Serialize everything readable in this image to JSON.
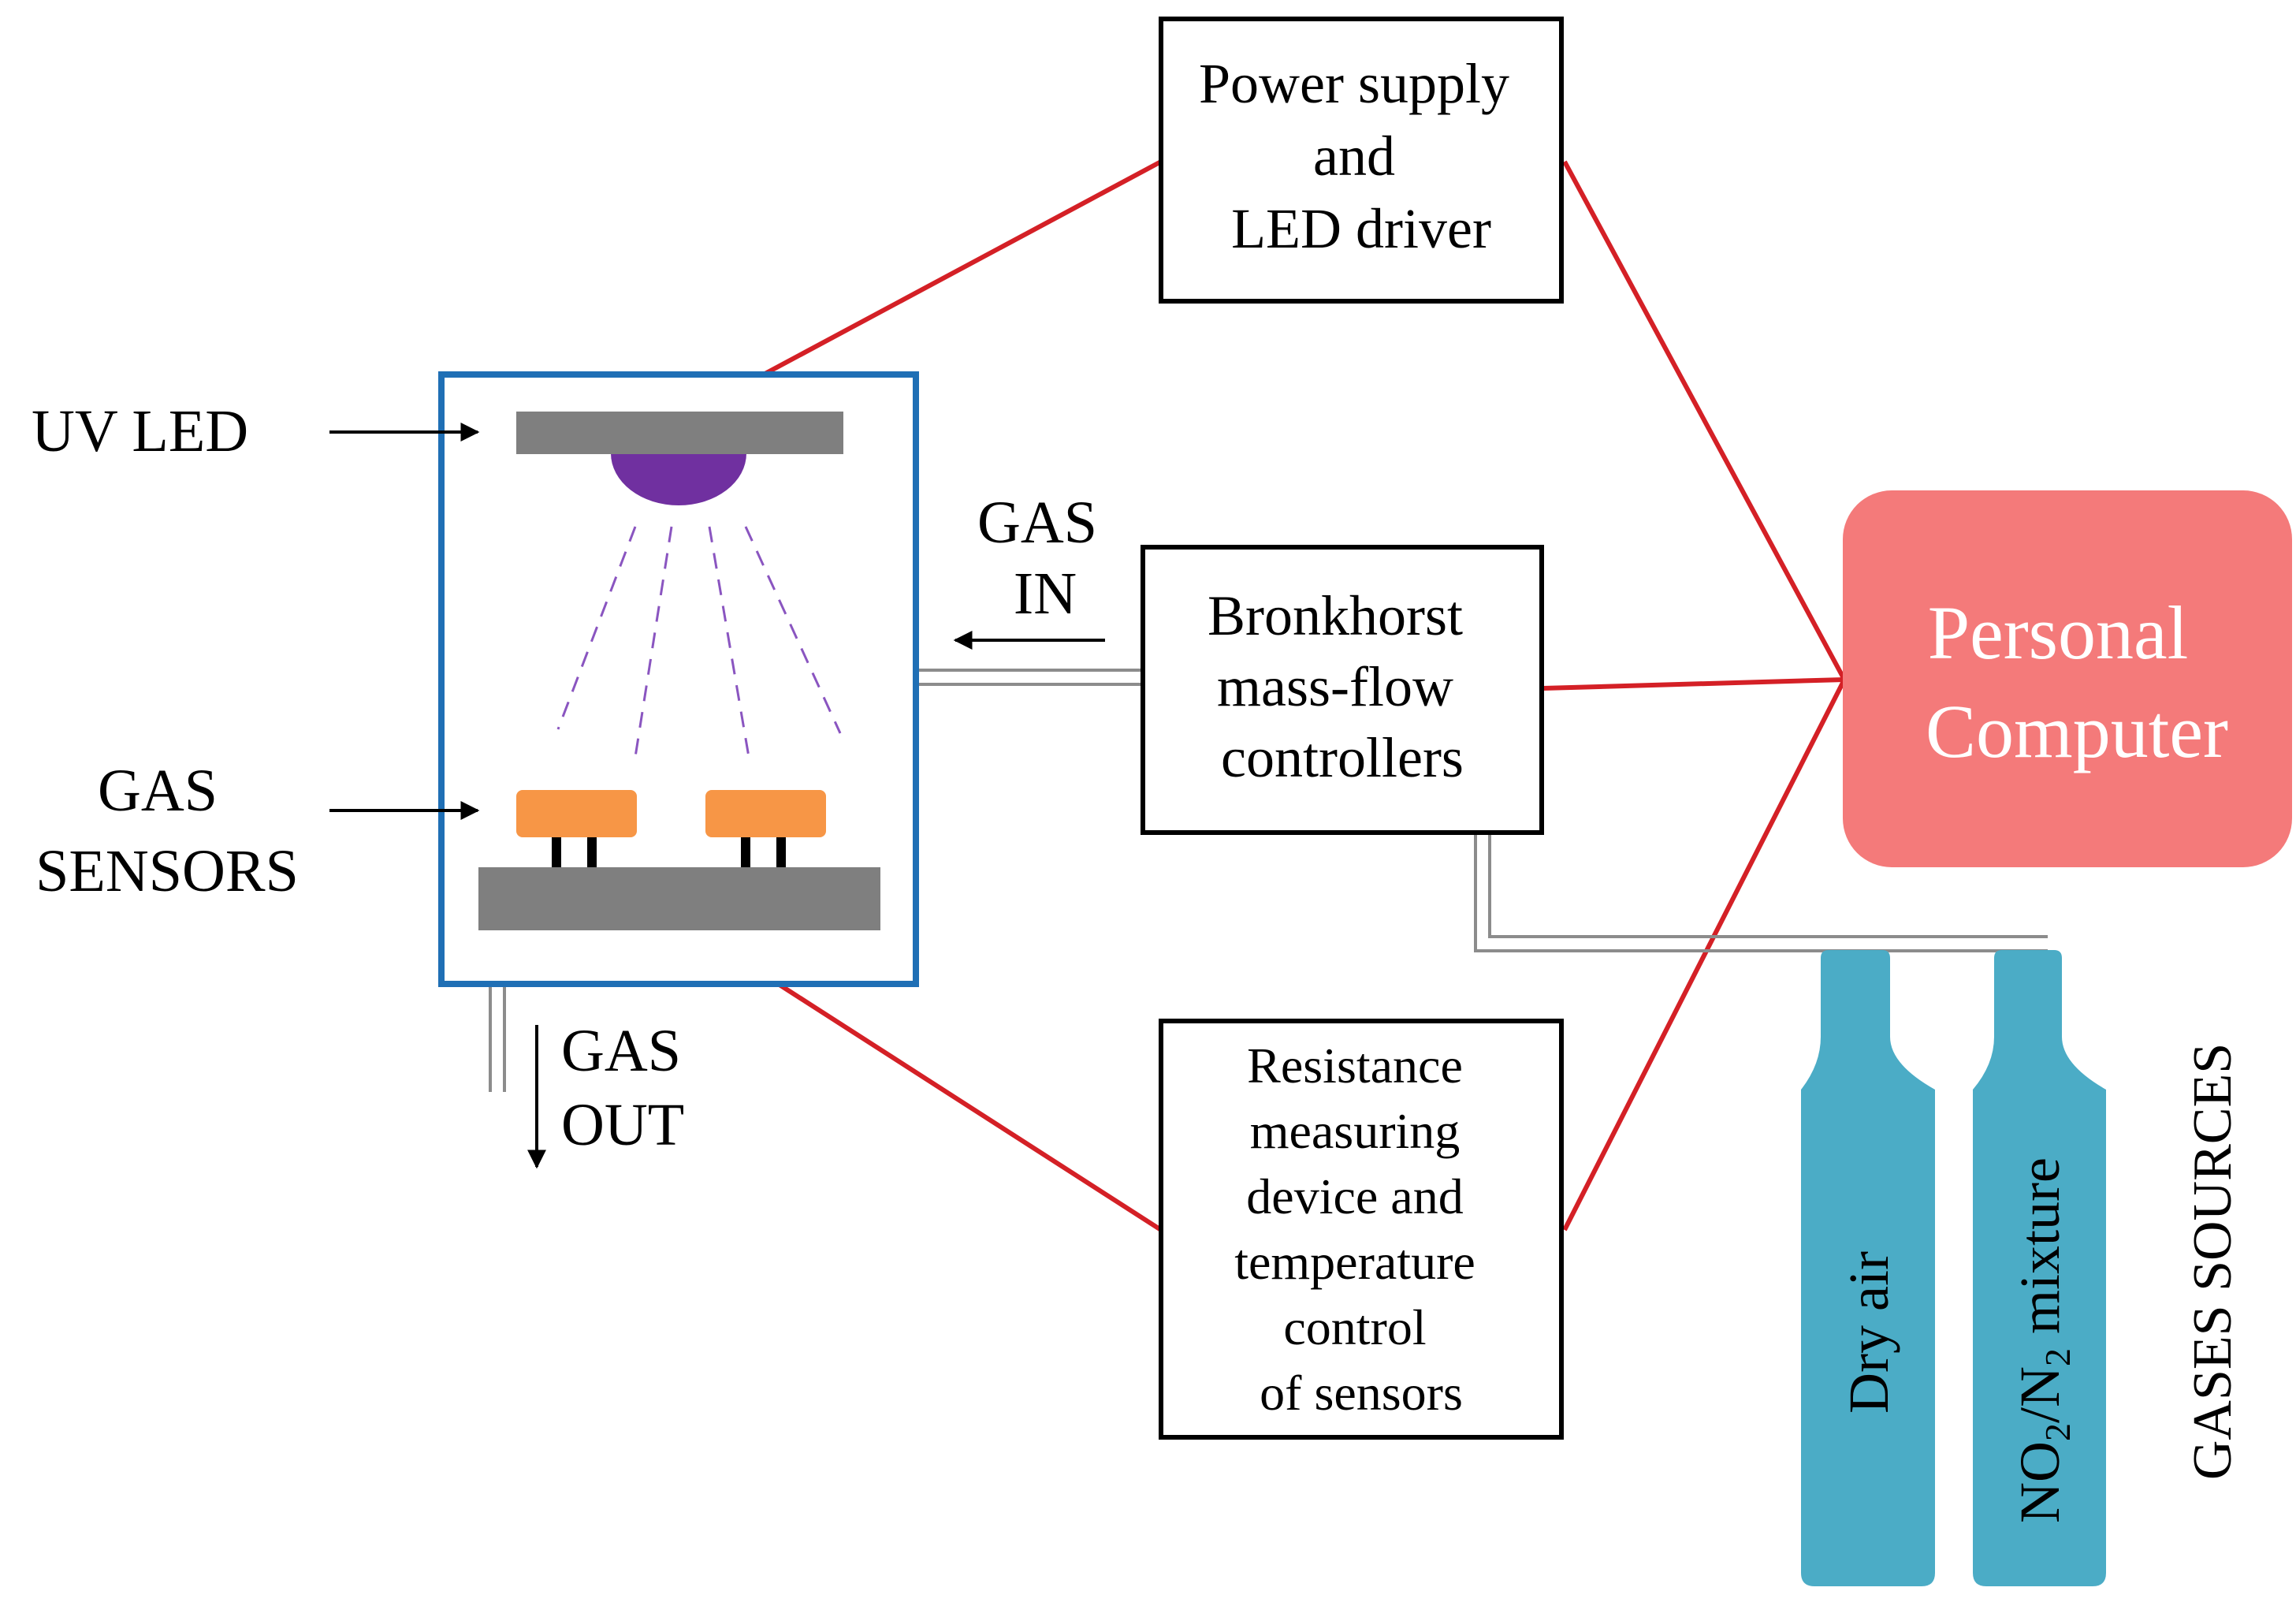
{
  "labels": {
    "uv_led": "UV LED",
    "gas_sensors_line1": "GAS",
    "gas_sensors_line2": "SENSORS",
    "gas_in_line1": "GAS",
    "gas_in_line2": "IN",
    "gas_out_line1": "GAS",
    "gas_out_line2": "OUT",
    "gases_sources": "GASES SOURCES"
  },
  "boxes": {
    "power_supply": [
      "Power supply",
      "and",
      "LED driver"
    ],
    "mass_flow": [
      "Bronkhorst",
      "mass-flow",
      "controllers"
    ],
    "resistance": [
      "Resistance",
      "measuring",
      "device and",
      "temperature",
      "control",
      "of sensors"
    ],
    "computer": [
      "Personal",
      "Computer"
    ]
  },
  "cylinders": {
    "dry_air": "Dry air",
    "mixture_no": "NO",
    "mixture_sub1": "2",
    "mixture_slash": "/N",
    "mixture_sub2": "2",
    "mixture_rest": " mixture"
  },
  "colors": {
    "wire": "#d42026",
    "chamber_border": "#1f6fb5",
    "led_dome": "#7030a0",
    "sensor": "#f79646",
    "plate": "#7f7f7f",
    "computer_fill": "#f47a7a",
    "cylinder": "#4bacc6",
    "pipe": "#8c8c8c"
  }
}
